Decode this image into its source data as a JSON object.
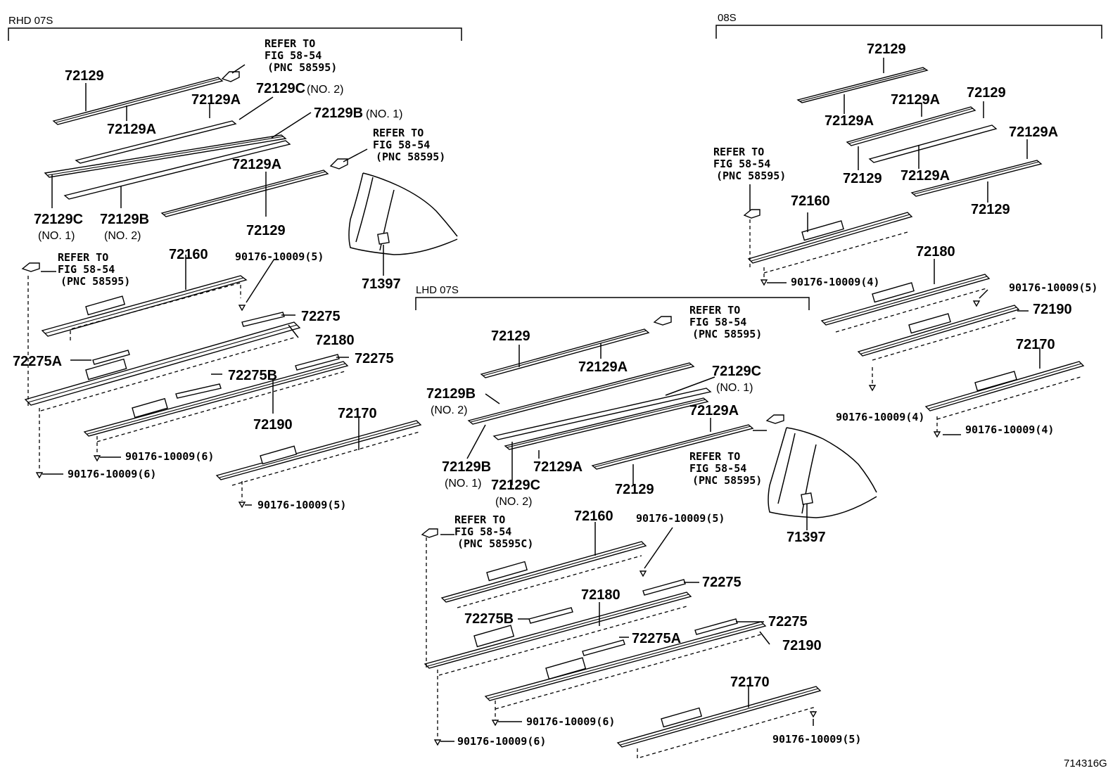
{
  "sections": {
    "rhd": "RHD 07S",
    "s08": "08S",
    "lhd": "LHD 07S"
  },
  "labels": {
    "p72129": "72129",
    "p72129A": "72129A",
    "p72129B": "72129B",
    "p72129C": "72129C",
    "p72160": "72160",
    "p72170": "72170",
    "p72180": "72180",
    "p72190": "72190",
    "p72275": "72275",
    "p72275A": "72275A",
    "p72275B": "72275B",
    "p71397": "71397",
    "no1": "(NO. 1)",
    "no2": "(NO. 2)",
    "bolt4": "90176-10009(4)",
    "bolt5": "90176-10009(5)",
    "bolt6": "90176-10009(6)"
  },
  "refer": {
    "line1": "REFER TO",
    "line2": "FIG 58-54",
    "line3": "(PNC 58595)",
    "line3c": "(PNC 58595C)"
  },
  "figure_id": "714316G"
}
